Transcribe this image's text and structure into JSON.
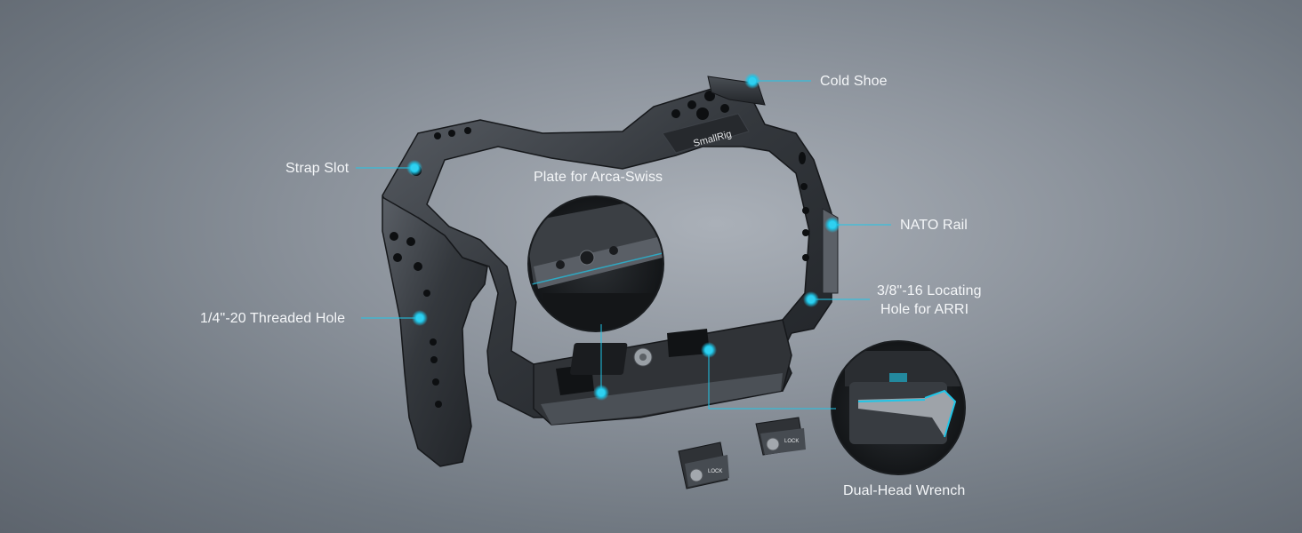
{
  "labels": {
    "cold_shoe": "Cold Shoe",
    "strap_slot": "Strap Slot",
    "arca_plate": "Plate for Arca-Swiss",
    "nato_rail": "NATO Rail",
    "locating_hole_line1": "3/8\"-16 Locating",
    "locating_hole_line2": "Hole for ARRI",
    "threaded_hole": "1/4\"-20 Threaded Hole",
    "wrench": "Dual-Head Wrench"
  },
  "product": {
    "brand_logo": "SmallRig",
    "lock_label": "LOCK"
  },
  "colors": {
    "accent": "#1fc6e8",
    "cage_metal": "#2e3135",
    "cage_highlight": "#5a5f66",
    "background": "#8c939c"
  }
}
